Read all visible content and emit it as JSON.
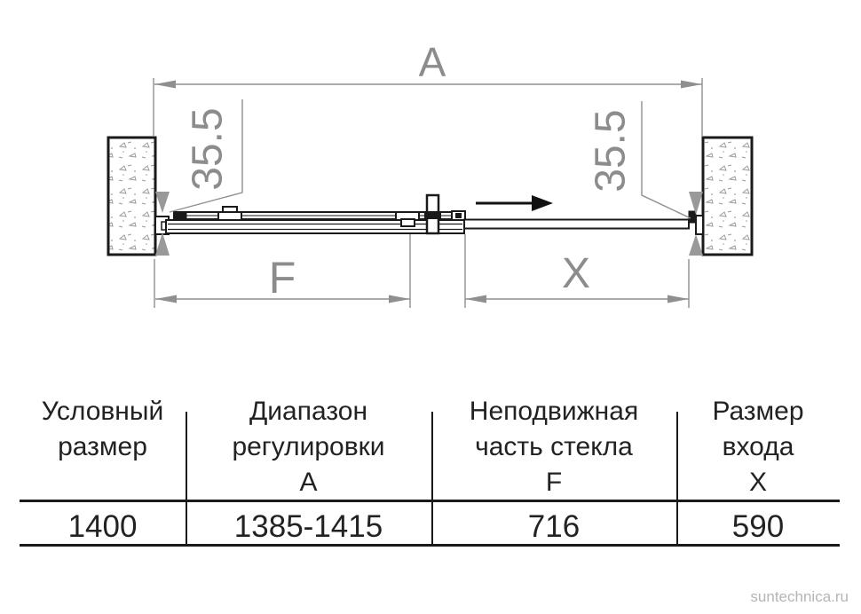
{
  "diagram": {
    "dim_a_label": "A",
    "dim_f_label": "F",
    "dim_x_label": "X",
    "wall_gap_left": "35.5",
    "wall_gap_right": "35.5"
  },
  "table": {
    "columns": [
      {
        "header": "Условный\nразмер",
        "value": "1400"
      },
      {
        "header": "Диапазон\nрегулировки\nА",
        "value": "1385-1415"
      },
      {
        "header": "Неподвижная\nчасть стекла\nF",
        "value": "716"
      },
      {
        "header": "Размер\nвхода\nX",
        "value": "590"
      }
    ]
  },
  "watermark": "suntechnica.ru"
}
